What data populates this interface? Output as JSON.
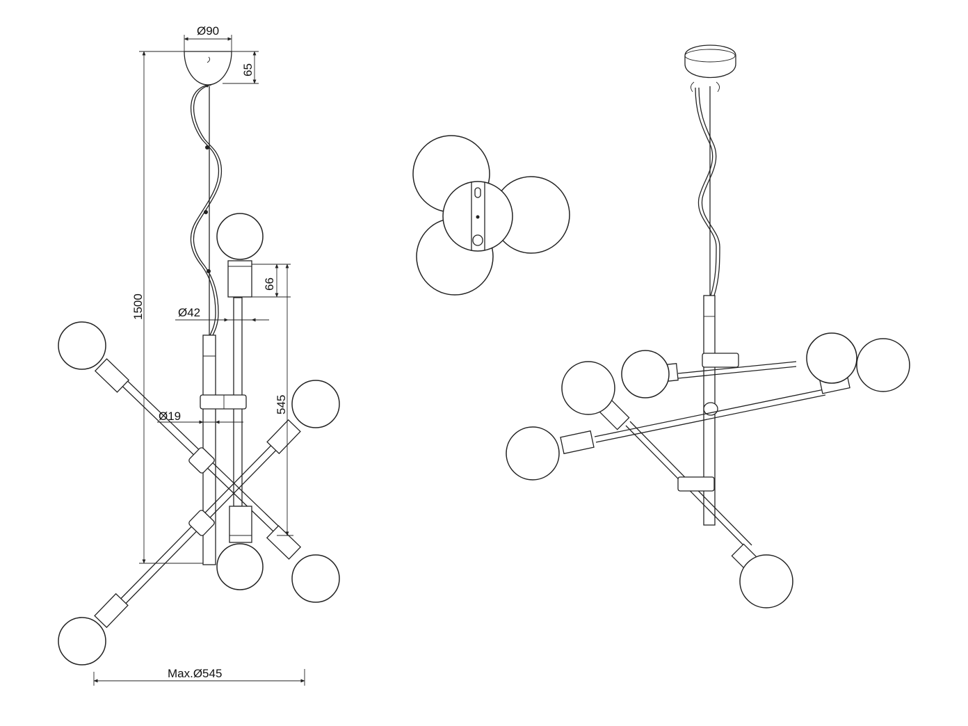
{
  "dimensions": {
    "canopy_diameter": "Ø90",
    "canopy_height": "65",
    "total_height": "1500",
    "socket_height": "66",
    "socket_diameter": "Ø42",
    "arm_spread_height": "545",
    "rod_diameter": "Ø19",
    "max_width": "Max.Ø545"
  },
  "colors": {
    "line": "#222222",
    "background": "#ffffff"
  }
}
